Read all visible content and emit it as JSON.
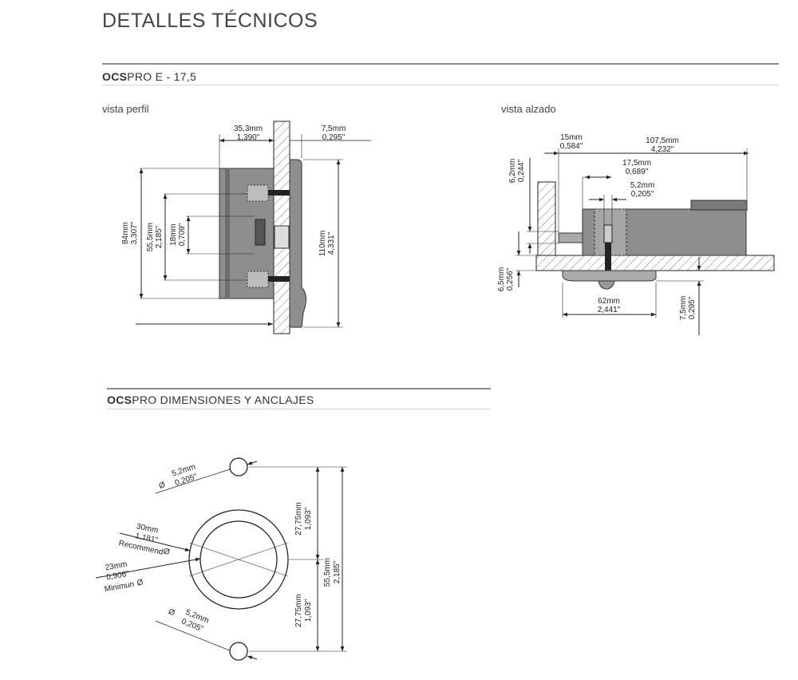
{
  "header": {
    "title": "DETALLES TÉCNICOS"
  },
  "section1": {
    "brand": "OCS",
    "name": "PRO  E - 17,5"
  },
  "section2": {
    "brand": "OCS",
    "name": "PRO DIMENSIONES Y ANCLAJES"
  },
  "profile_view": {
    "label": "vista perfil",
    "dims": {
      "top_left_mm": "35,3mm",
      "top_left_in": "1,390\"",
      "top_right_mm": "7,5mm",
      "top_right_in": "0,295\"",
      "d84_mm": "84mm",
      "d84_in": "3,307\"",
      "d55_mm": "55,5mm",
      "d55_in": "2,185\"",
      "d18_mm": "18mm",
      "d18_in": "0,709\"",
      "d110_mm": "110mm",
      "d110_in": "4,331\""
    }
  },
  "elevation_view": {
    "label": "vista alzado",
    "dims": {
      "d15_mm": "15mm",
      "d15_in": "0,584\"",
      "d107_mm": "107,5mm",
      "d107_in": "4,232\"",
      "d17_mm": "17,5mm",
      "d17_in": "0,689\"",
      "d52_mm": "5,2mm",
      "d52_in": "0,205\"",
      "d62h_mm": "6,2mm",
      "d62h_in": "0,244\"",
      "d65_mm": "6,5mm",
      "d65_in": "0,256\"",
      "d62_mm": "62mm",
      "d62_in": "2,441\"",
      "d75_mm": "7,5mm",
      "d75_in": "0,295\""
    }
  },
  "anchor_view": {
    "dims": {
      "hole_top_mm": "5,2mm",
      "hole_top_in": "0,205\"",
      "dia_symbol": "Ø",
      "rec_mm": "30mm",
      "rec_in": "1,181\"",
      "rec_label": "Recommend",
      "min_mm": "23mm",
      "min_in": "0,906\"",
      "min_label": "Minimun",
      "hole_bot_mm": "5,2mm",
      "hole_bot_in": "0,205\"",
      "half_top_mm": "27,75mm",
      "half_top_in": "1,093\"",
      "half_bot_mm": "27,75mm",
      "half_bot_in": "1,093\"",
      "total_mm": "55,5mm",
      "total_in": "2,185\""
    }
  },
  "colors": {
    "device_fill": "#8e8e8e",
    "device_dark": "#5a5a5a",
    "rule": "#8a8a8a",
    "line": "#222222"
  }
}
